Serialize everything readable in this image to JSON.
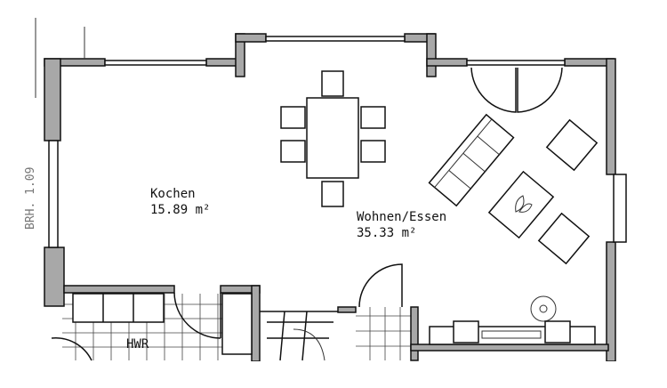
{
  "rooms": {
    "kochen": {
      "name": "Kochen",
      "area": "15.89 m²"
    },
    "wohnen": {
      "name": "Wohnen/Essen",
      "area": "35.33 m²"
    },
    "hwr": {
      "name": "HWR"
    }
  },
  "annotations": {
    "brh": "BRH. 1.09"
  }
}
